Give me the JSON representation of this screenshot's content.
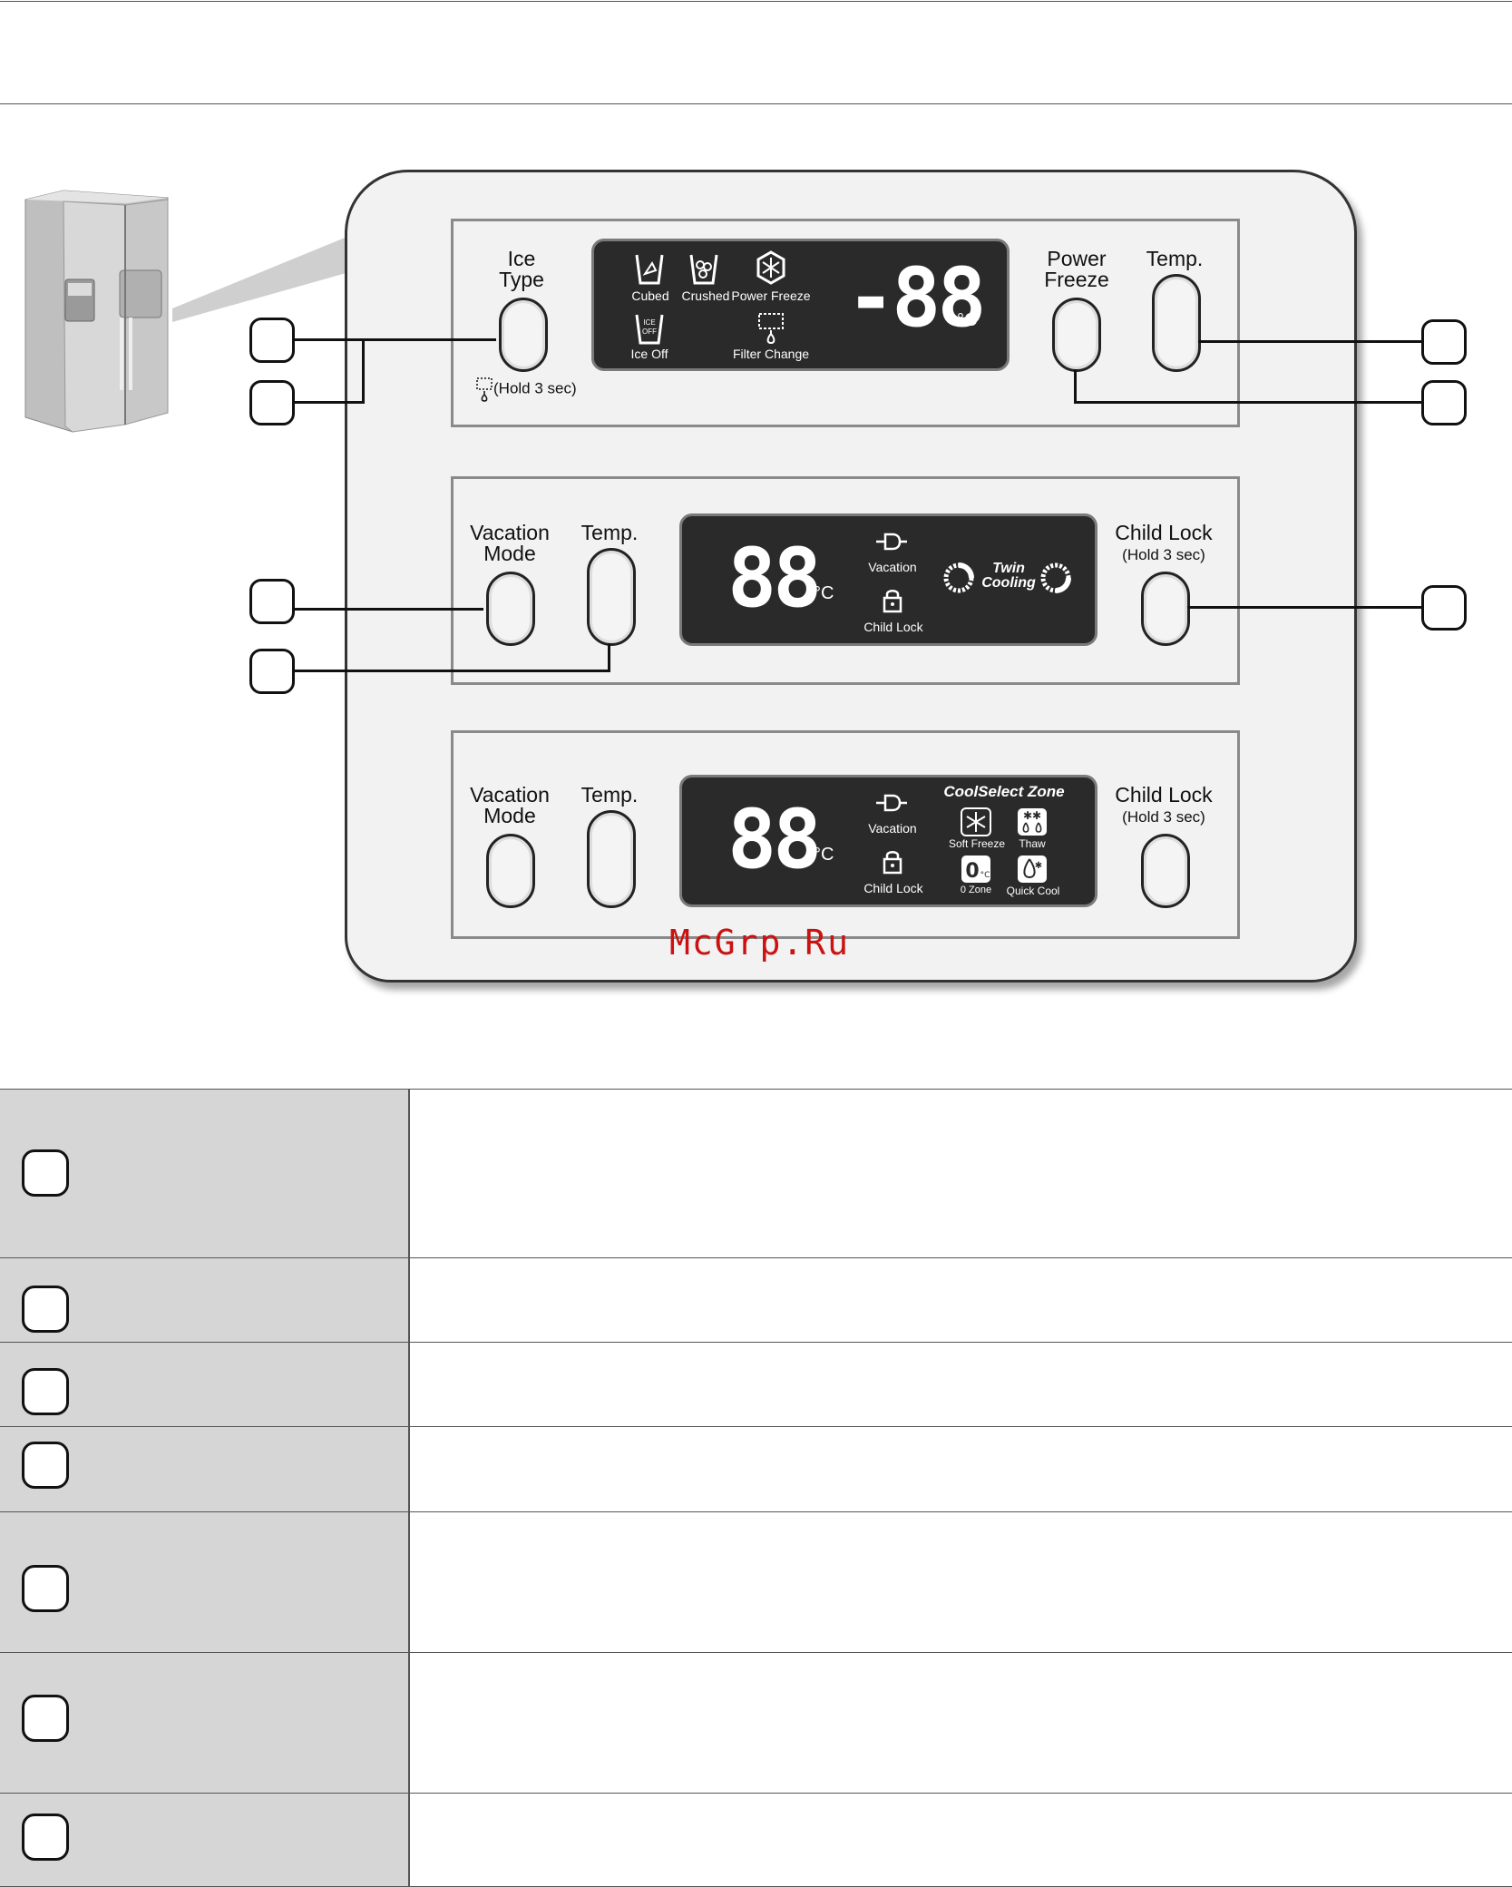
{
  "panel": {
    "top": {
      "ice_type_label": "Ice\nType",
      "hold_label": "(Hold 3 sec)",
      "lcd": {
        "cubed": "Cubed",
        "crushed": "Crushed",
        "power_freeze": "Power Freeze",
        "ice_off": "Ice Off",
        "ice_off_icon": "ICE\nOFF",
        "filter_change": "Filter Change",
        "temp_digits": "-88",
        "unit": "°C"
      },
      "power_freeze_label": "Power\nFreeze",
      "temp_label": "Temp."
    },
    "middle": {
      "vacation_mode_label": "Vacation\nMode",
      "temp_label": "Temp.",
      "lcd": {
        "digits": "88",
        "unit": "°C",
        "vacation": "Vacation",
        "child_lock": "Child Lock",
        "twin_cooling": "Twin\nCooling"
      },
      "child_lock_label": "Child Lock",
      "child_lock_hold": "(Hold 3 sec)"
    },
    "bottom": {
      "vacation_mode_label": "Vacation\nMode",
      "temp_label": "Temp.",
      "lcd": {
        "digits": "88",
        "unit": "°C",
        "vacation": "Vacation",
        "child_lock": "Child Lock",
        "coolselect_title": "CoolSelect Zone",
        "soft_freeze": "Soft Freeze",
        "thaw": "Thaw",
        "zero_zone": "0 Zone",
        "zero_icon": "0°C",
        "quick_cool": "Quick Cool"
      },
      "child_lock_label": "Child Lock",
      "child_lock_hold": "(Hold 3 sec)"
    }
  },
  "watermark": "McGrp.Ru",
  "colors": {
    "lcd_background": "#2a2a2a",
    "panel_background": "#f2f2f2",
    "table_left_column": "#d6d6d6",
    "watermark": "#cc1111"
  }
}
